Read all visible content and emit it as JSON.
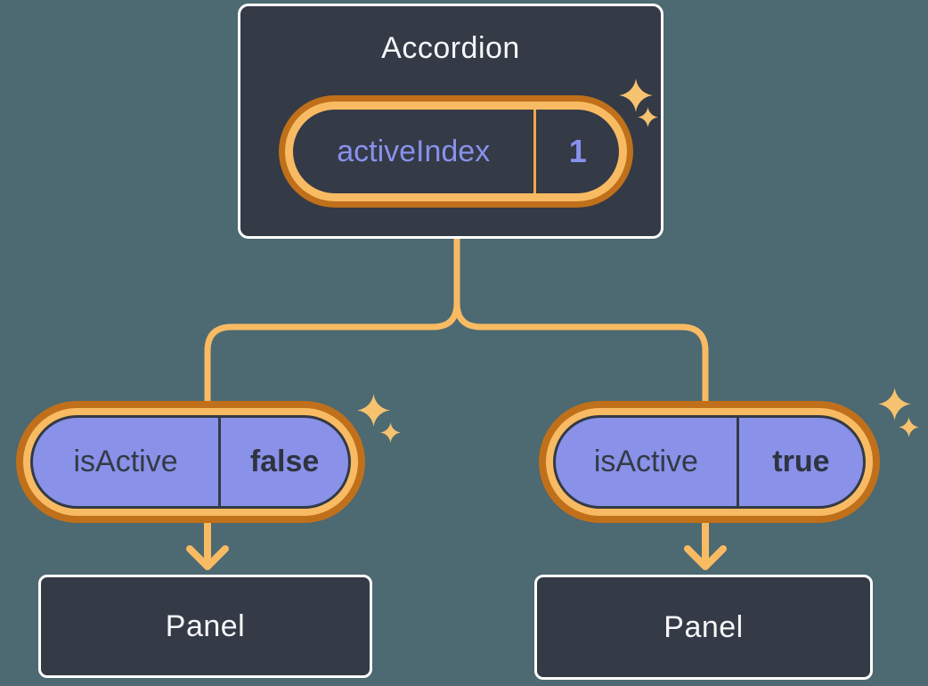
{
  "diagram": {
    "description": "React state diagram: Accordion parent holding activeIndex state, passing isActive props to two Panel children",
    "parent": {
      "title": "Accordion",
      "state_pill": {
        "label": "activeIndex",
        "value": "1"
      }
    },
    "children": [
      {
        "prop_pill": {
          "label": "isActive",
          "value": "false"
        },
        "panel_title": "Panel"
      },
      {
        "prop_pill": {
          "label": "isActive",
          "value": "true"
        },
        "panel_title": "Panel"
      }
    ],
    "icons": {
      "sparkle": "sparkle-icon",
      "arrow": "arrow-down-icon"
    },
    "colors": {
      "background": "#4D6971",
      "node_fill": "#343A46",
      "node_border": "#FFFFFF",
      "node_text": "#F6F7F9",
      "highlight_ring_outer": "#C0701A",
      "highlight_ring_inner": "#F8BB63",
      "connector": "#F8BB63",
      "state_text": "#8891EC",
      "prop_fill": "#8A91E9",
      "prop_text": "#333A45",
      "state_divider": "#F0A94C"
    }
  }
}
